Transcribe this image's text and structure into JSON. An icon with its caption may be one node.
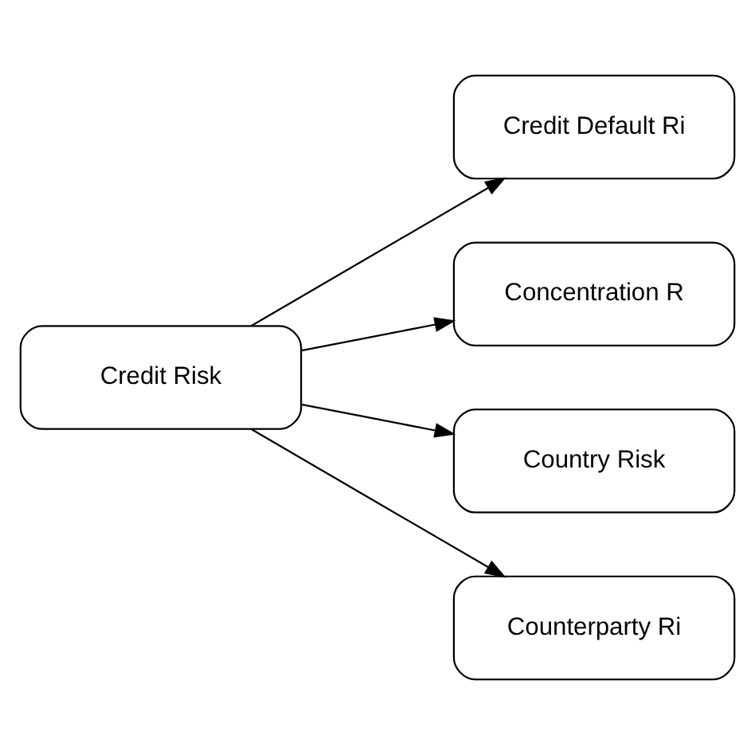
{
  "diagram": {
    "nodes": [
      {
        "text": [
          "Credit Risk"
        ]
      },
      {
        "text": [
          "Credit Default Ri"
        ]
      },
      {
        "text": [
          "Concentration R"
        ]
      },
      {
        "text": [
          "Country Risk"
        ]
      },
      {
        "text": [
          "Counterparty Ri"
        ]
      }
    ],
    "edges": [
      {
        "from": 0,
        "to": 1,
        "arrow": "to"
      },
      {
        "from": 0,
        "to": 2,
        "arrow": "to"
      },
      {
        "from": 0,
        "to": 3,
        "arrow": "to"
      },
      {
        "from": 0,
        "to": 4,
        "arrow": "to"
      }
    ]
  }
}
